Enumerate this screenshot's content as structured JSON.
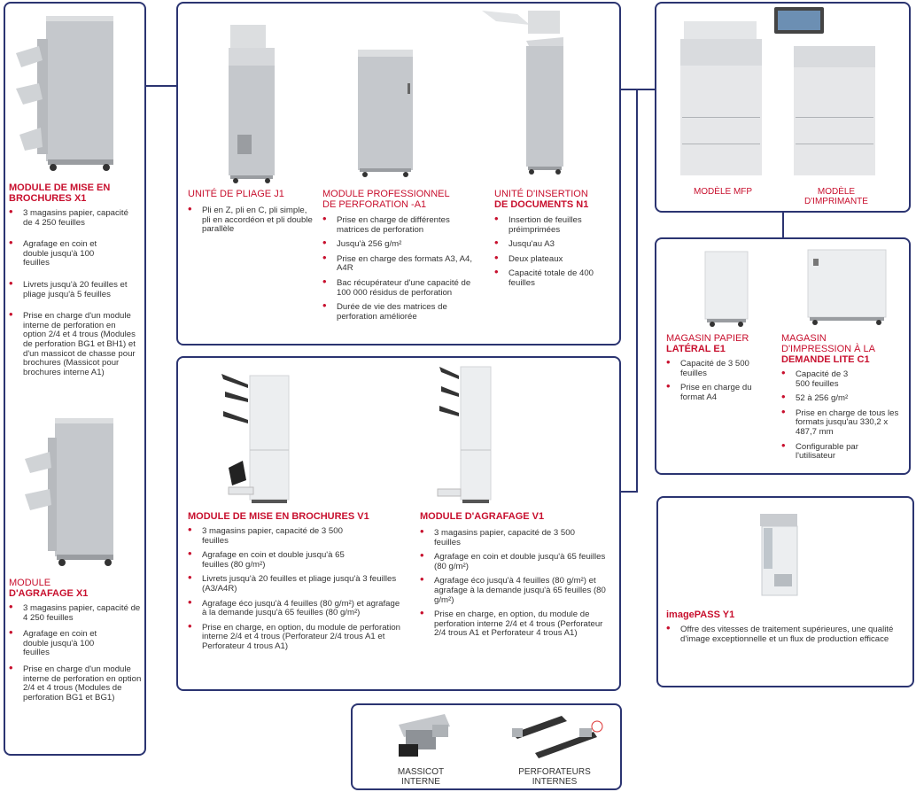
{
  "colors": {
    "accent": "#c8102e",
    "border": "#2b3471",
    "text": "#333333"
  },
  "booklet_x1": {
    "title_line1": "MODULE DE MISE EN",
    "title_line2": "BROCHURES X1",
    "bullets": [
      "3 magasins papier, capacité de 4 250 feuilles",
      "Agrafage en coin et double jusqu'à 100 feuilles",
      "Livrets jusqu'à 20 feuilles et pliage jusqu'à 5 feuilles",
      "Prise en charge d'un module interne de perforation en option 2/4 et 4 trous (Modules de perforation BG1 et BH1) et d'un massicot de chasse pour brochures (Massicot pour brochures interne A1)"
    ]
  },
  "staple_x1": {
    "title_line1": "MODULE",
    "title_line2": "D'AGRAFAGE X1",
    "bullets": [
      "3 magasins papier, capacité de 4 250 feuilles",
      "Agrafage en coin et double jusqu'à 100 feuilles",
      "Prise en charge d'un module interne de perforation en option 2/4 et 4 trous (Modules de perforation BG1 et BG1)"
    ]
  },
  "fold_j1": {
    "title": "UNITÉ DE PLIAGE J1",
    "bullets": [
      "Pli en Z, pli en C, pli simple, pli en accordéon et pli double parallèle"
    ]
  },
  "punch_a1": {
    "title_line1": "MODULE PROFESSIONNEL",
    "title_line2": "DE PERFORATION -A1",
    "bullets": [
      "Prise en charge de différentes matrices de perforation",
      "Jusqu'à 256 g/m²",
      "Prise en charge des formats A3, A4, A4R",
      "Bac récupérateur d'une capacité de 100 000 résidus de perforation",
      "Durée de vie des matrices de perforation améliorée"
    ]
  },
  "insert_n1": {
    "title_line1": "UNITÉ D'INSERTION",
    "title_line2": "DE DOCUMENTS N1",
    "bullets": [
      "Insertion de feuilles préimprimées",
      "Jusqu'au A3",
      "Deux plateaux",
      "Capacité totale de 400 feuilles"
    ]
  },
  "models": {
    "mfp": "MODÈLE MFP",
    "printer_line1": "MODÈLE",
    "printer_line2": "D'IMPRIMANTE"
  },
  "lateral_e1": {
    "title_line1": "MAGASIN PAPIER",
    "title_line2": "LATÉRAL E1",
    "bullets": [
      "Capacité de 3 500 feuilles",
      "Prise en charge du format A4"
    ]
  },
  "demand_c1": {
    "title_line1": "MAGASIN",
    "title_line2": "D'IMPRESSION À LA",
    "title_line3": "DEMANDE LITE C1",
    "bullets": [
      "Capacité de 3 500 feuilles",
      "52 à 256 g/m²",
      "Prise en charge de tous les formats jusqu'au 330,2 x 487,7 mm",
      "Configurable par l'utilisateur"
    ]
  },
  "booklet_v1": {
    "title": "MODULE DE MISE EN BROCHURES V1",
    "bullets": [
      "3 magasins papier, capacité de 3 500 feuilles",
      "Agrafage en coin et double jusqu'à 65 feuilles (80 g/m²)",
      "Livrets jusqu'à 20 feuilles et pliage jusqu'à 3 feuilles (A3/A4R)",
      "Agrafage éco jusqu'à 4 feuilles (80 g/m²) et agrafage à la demande jusqu'à 65 feuilles (80 g/m²)",
      "Prise en charge, en option, du module de perforation interne 2/4 et 4 trous (Perforateur 2/4 trous A1 et Perforateur 4 trous A1)"
    ]
  },
  "staple_v1": {
    "title": "MODULE D'AGRAFAGE V1",
    "bullets": [
      "3 magasins papier, capacité de 3 500 feuilles",
      "Agrafage en coin et double jusqu'à 65 feuilles (80 g/m²)",
      "Agrafage éco jusqu'à 4 feuilles (80 g/m²) et agrafage à la demande jusqu'à 65 feuilles (80 g/m²)",
      "Prise en charge, en option, du module de perforation interne 2/4 et 4 trous (Perforateur 2/4 trous A1 et Perforateur 4 trous A1)"
    ]
  },
  "imagepass": {
    "title": "imagePASS Y1",
    "bullets": [
      "Offre des vitesses de traitement supérieures, une qualité d'image exceptionnelle et un flux de production efficace"
    ]
  },
  "internal": {
    "trimmer_line1": "MASSICOT",
    "trimmer_line2": "INTERNE",
    "punchers_line1": "PERFORATEURS",
    "punchers_line2": "INTERNES"
  }
}
